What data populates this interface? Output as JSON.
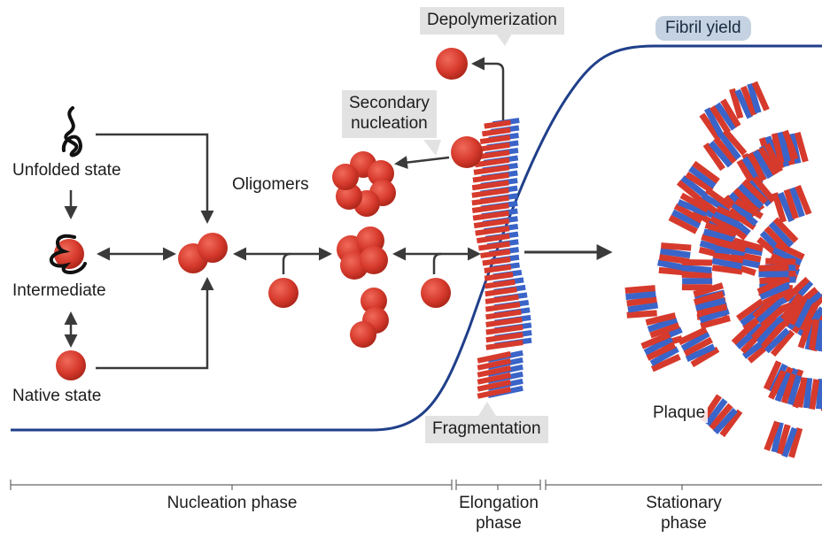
{
  "labels": {
    "unfolded": "Unfolded state",
    "intermediate": "Intermediate",
    "native": "Native state",
    "oligomers": "Oligomers",
    "secondary_line1": "Secondary",
    "secondary_line2": "nucleation",
    "depolymerization": "Depolymerization",
    "fragmentation": "Fragmentation",
    "fibril_yield": "Fibril yield",
    "plaque": "Plaque"
  },
  "phases": {
    "nucleation": "Nucleation phase",
    "elongation_line1": "Elongation",
    "elongation_line2": "phase",
    "stationary_line1": "Stationary",
    "stationary_line2": "phase"
  },
  "colors": {
    "monomer": "#d63a2c",
    "monomer_dark": "#a82418",
    "fibril_blue": "#3a64c8",
    "curve": "#1f3f8a",
    "arrow": "#3a3a3a"
  }
}
